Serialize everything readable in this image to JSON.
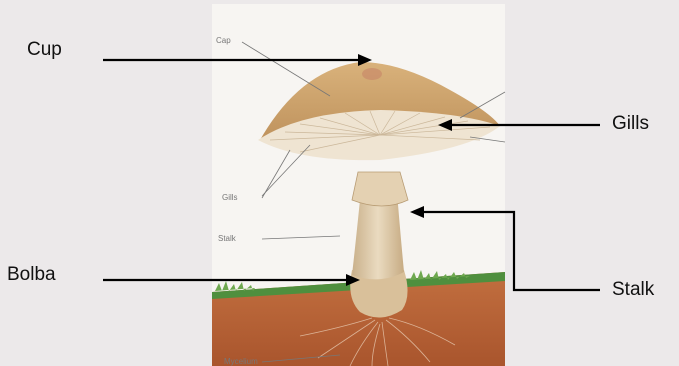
{
  "labels": {
    "cup": "Cup",
    "gills": "Gills",
    "bolba": "Bolba",
    "stalk": "Stalk"
  },
  "image_labels": {
    "cap": "Cap",
    "gills": "Gills",
    "stalk": "Stalk",
    "mycelium": "Mycelium"
  },
  "colors": {
    "background": "#ece9ea",
    "arrow": "#000000",
    "cap": "#c9a26d",
    "gill": "#efe4d2",
    "stalk": "#ddc7a2",
    "grass": "#4f8f3e",
    "soil": "#b9673a"
  }
}
